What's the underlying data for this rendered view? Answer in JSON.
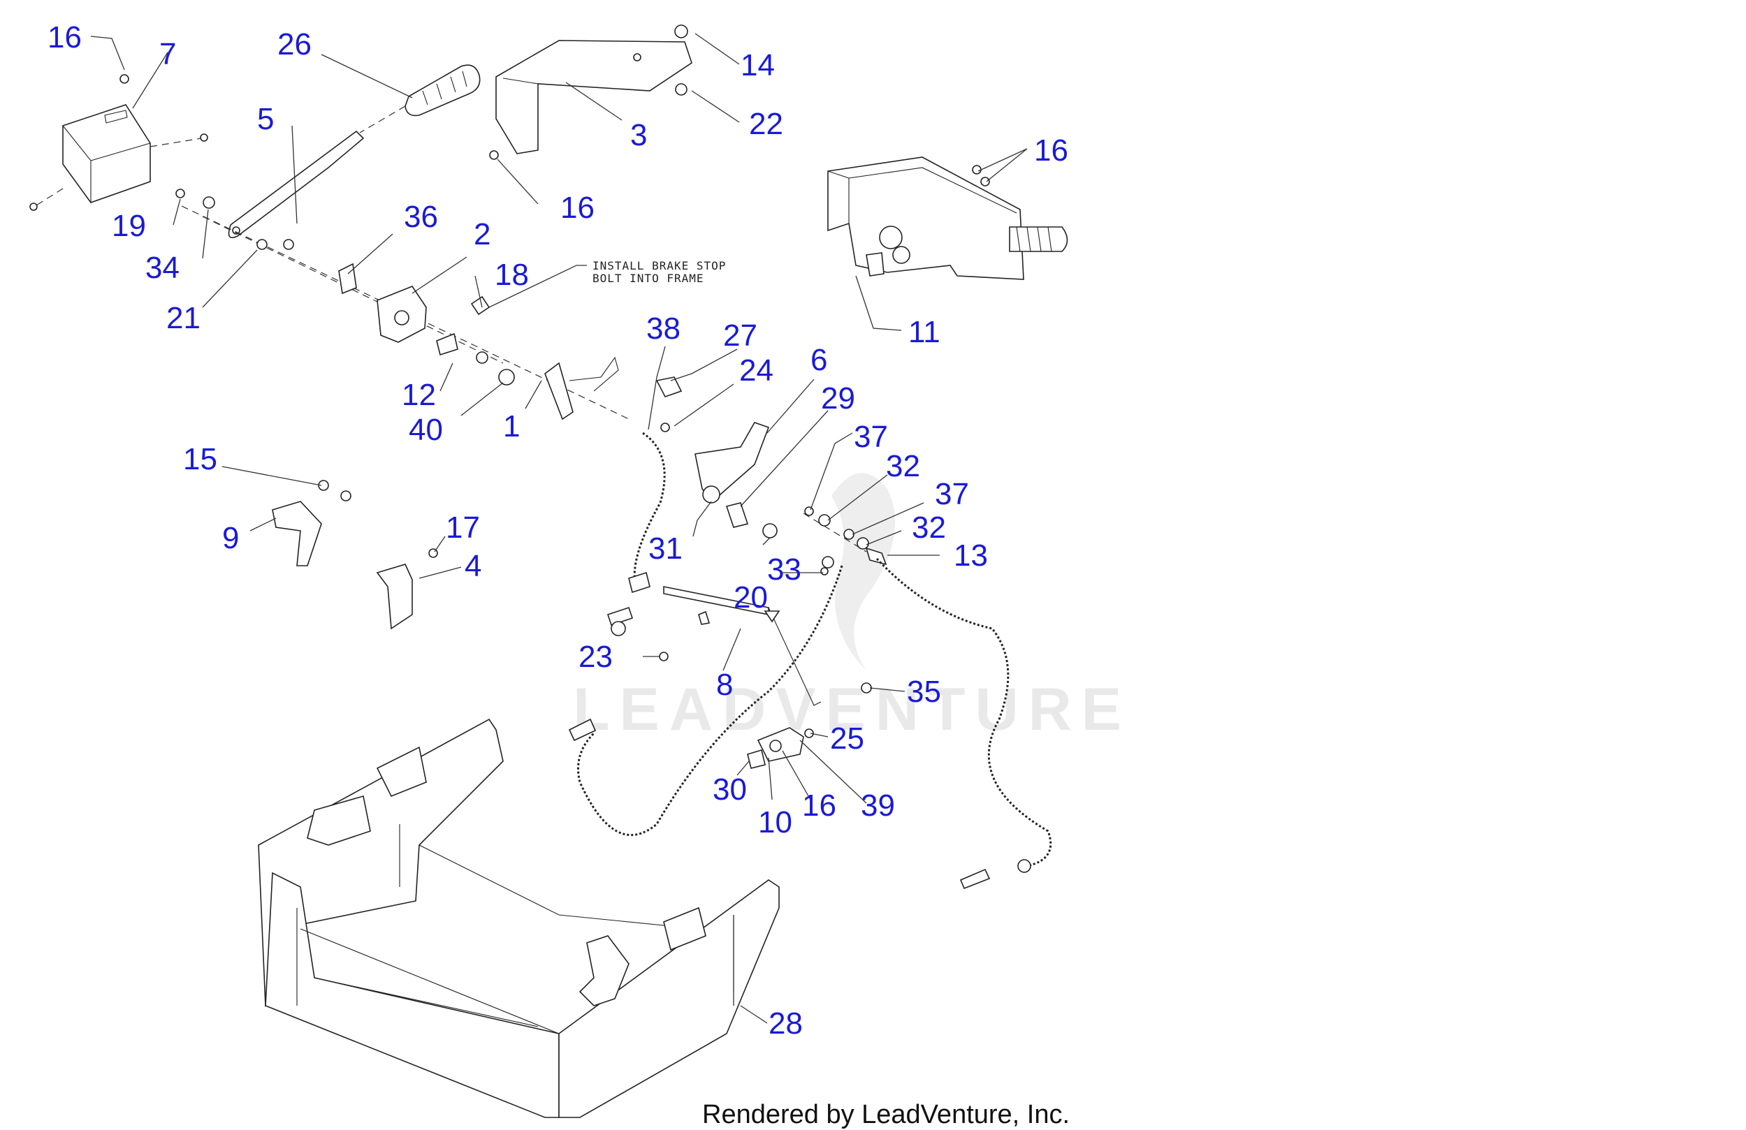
{
  "watermark": "LEADVENTURE",
  "note_lines": [
    "INSTALL BRAKE STOP",
    "BOLT INTO FRAME"
  ],
  "footer": "Rendered by LeadVenture, Inc.",
  "callouts": [
    "16",
    "7",
    "26",
    "5",
    "14",
    "3",
    "22",
    "16",
    "16",
    "19",
    "34",
    "36",
    "2",
    "21",
    "18",
    "11",
    "38",
    "27",
    "12",
    "24",
    "6",
    "40",
    "1",
    "29",
    "37",
    "32",
    "15",
    "37",
    "32",
    "13",
    "31",
    "17",
    "9",
    "33",
    "4",
    "20",
    "23",
    "8",
    "35",
    "25",
    "30",
    "16",
    "39",
    "10",
    "28"
  ]
}
